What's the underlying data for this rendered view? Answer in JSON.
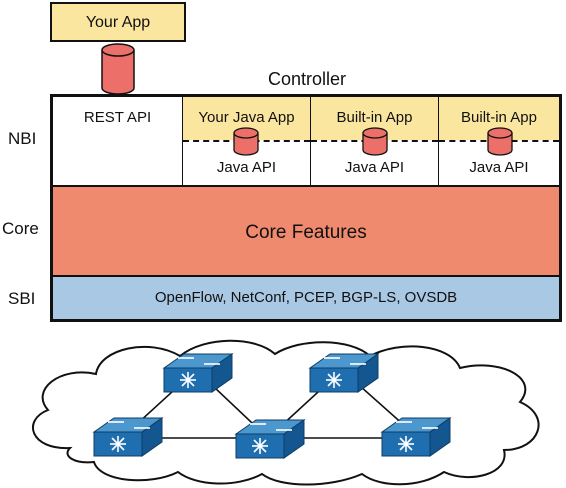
{
  "your_app": {
    "label": "Your App"
  },
  "controller": {
    "title": "Controller",
    "layers": {
      "nbi": "NBI",
      "core": "Core",
      "sbi": "SBI"
    },
    "nbi": {
      "rest_api": "REST API",
      "apps": [
        {
          "name": "Your Java App",
          "api": "Java API"
        },
        {
          "name": "Built-in App",
          "api": "Java API"
        },
        {
          "name": "Built-in App",
          "api": "Java API"
        }
      ]
    },
    "core": {
      "label": "Core Features"
    },
    "sbi": {
      "protocols": "OpenFlow, NetConf, PCEP, BGP-LS, OVSDB"
    }
  },
  "colors": {
    "app_fill": "#fbe6a0",
    "core_fill": "#ef8a6e",
    "sbi_fill": "#a9c8e4",
    "cylinder_fill": "#ec6f6a",
    "switch_fill": "#1f6fb0"
  },
  "network": {
    "icons": [
      "switch-icon",
      "switch-icon",
      "switch-icon",
      "switch-icon",
      "switch-icon"
    ]
  }
}
